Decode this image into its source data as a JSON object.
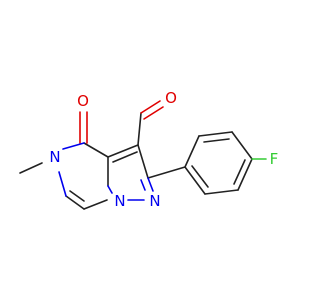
{
  "molecule": {
    "atoms": {
      "o_ketone": "O",
      "o_aldehyde": "O",
      "n_methyl": "N",
      "n_bridge": "N",
      "n_pyrazole": "N",
      "fluorine": "F"
    }
  },
  "colors": {
    "bond": "#222222",
    "oxygen": "#e00000",
    "nitrogen": "#0000ee",
    "fluorine": "#33cc33"
  }
}
